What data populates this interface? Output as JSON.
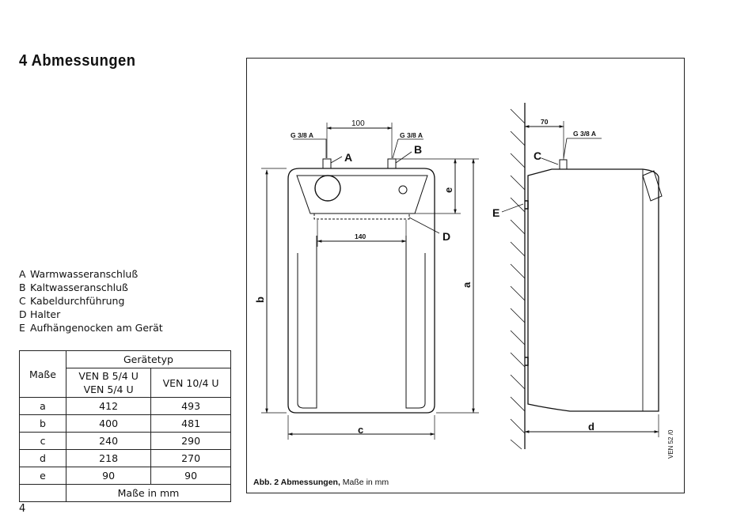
{
  "section_title": "4 Abmessungen",
  "legend": [
    {
      "key": "A",
      "text": "Warmwasseranschluß"
    },
    {
      "key": "B",
      "text": "Kaltwasseranschluß"
    },
    {
      "key": "C",
      "text": "Kabeldurchführung"
    },
    {
      "key": "D",
      "text": "Halter"
    },
    {
      "key": "E",
      "text": "Aufhängenocken am Gerät"
    }
  ],
  "table": {
    "col_header_left": "Maße",
    "group_header": "Gerätetyp",
    "col1_line1": "VEN B 5/4 U",
    "col1_line2": "VEN 5/4 U",
    "col2": "VEN 10/4 U",
    "rows": [
      {
        "label": "a",
        "v1": "412",
        "v2": "493"
      },
      {
        "label": "b",
        "v1": "400",
        "v2": "481"
      },
      {
        "label": "c",
        "v1": "240",
        "v2": "290"
      },
      {
        "label": "d",
        "v1": "218",
        "v2": "270"
      },
      {
        "label": "e",
        "v1": "90",
        "v2": "90"
      }
    ],
    "footer": "Maße in mm"
  },
  "page_number": "4",
  "figure": {
    "caption_bold": "Abb. 2  Abmessungen,",
    "caption_rest": " Maße in mm",
    "code": "VEN 52 /0",
    "labels": {
      "dim_100": "100",
      "dim_70": "70",
      "dim_140": "140",
      "thread_left": "G 3/8  A",
      "thread_right": "G 3/8 A",
      "thread_side": "G 3/8 A",
      "A": "A",
      "B": "B",
      "C": "C",
      "D": "D",
      "E": "E",
      "a": "a",
      "b": "b",
      "c": "c",
      "d": "d",
      "e": "e"
    }
  }
}
